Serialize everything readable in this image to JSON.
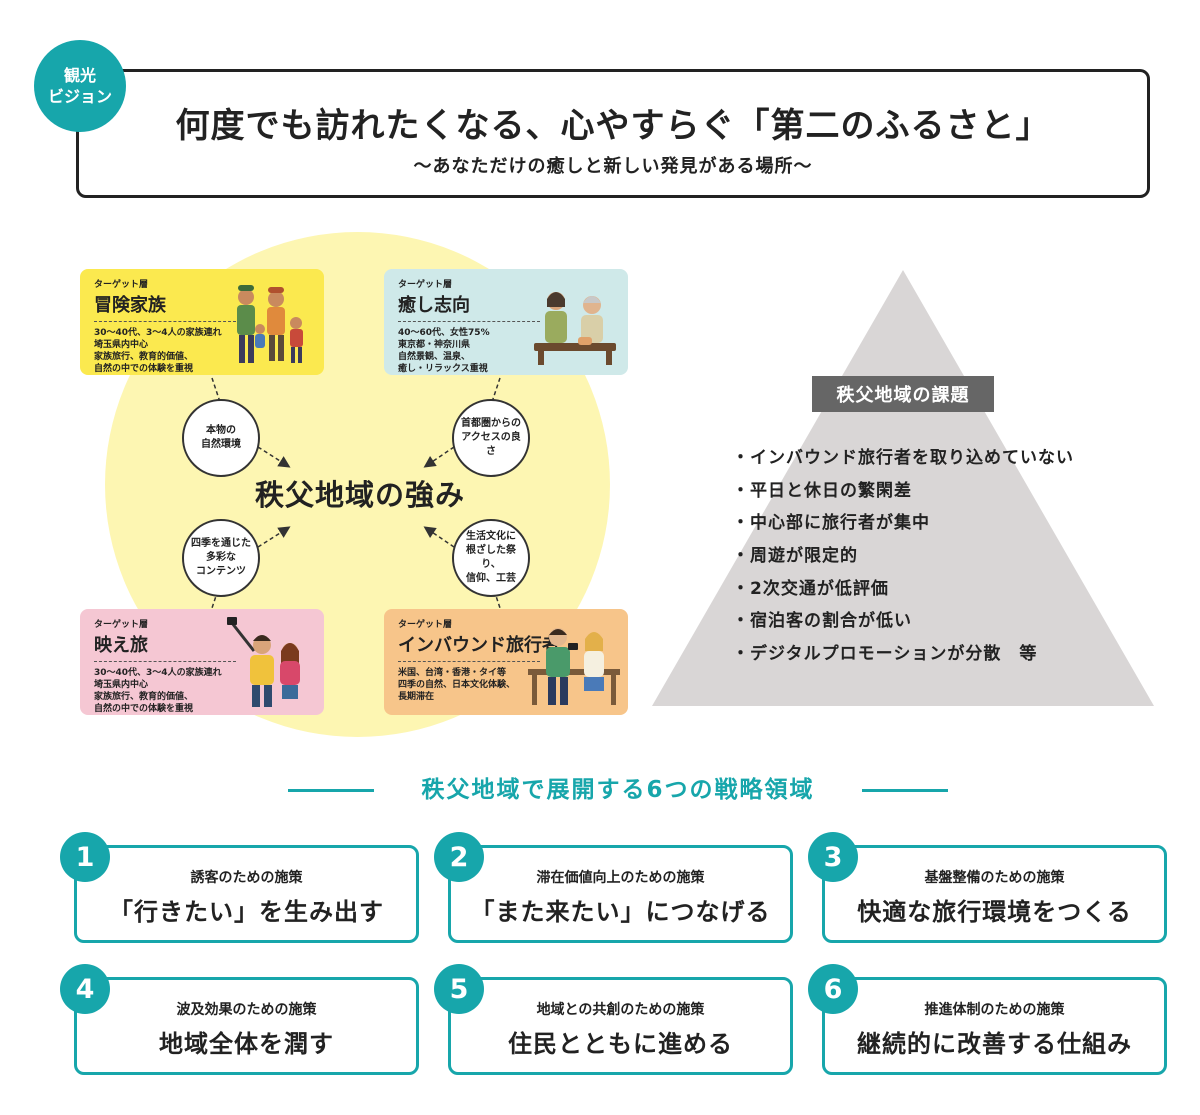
{
  "vision": {
    "badge_line1": "観光",
    "badge_line2": "ビジョン",
    "title": "何度でも訪れたくなる、心やすらぐ「第二のふるさと」",
    "subtitle": "〜あなただけの癒しと新しい発見がある場所〜"
  },
  "strengths": {
    "center_title": "秩父地域の強み",
    "items": [
      {
        "line1": "本物の",
        "line2": "自然環境"
      },
      {
        "line1": "首都圏からの",
        "line2": "アクセスの良さ"
      },
      {
        "line1": "四季を通じた",
        "line2": "多彩な",
        "line3": "コンテンツ"
      },
      {
        "line1": "生活文化に",
        "line2": "根ざした祭り、",
        "line3": "信仰、工芸"
      }
    ]
  },
  "targets": [
    {
      "tag": "ターゲット層",
      "title": "冒険家族",
      "desc": [
        "30〜40代、3〜4人の家族連れ",
        "埼玉県内中心",
        "家族旅行、教育的価値、",
        "自然の中での体験を重視"
      ],
      "color": "#fbe94f"
    },
    {
      "tag": "ターゲット層",
      "title": "癒し志向",
      "desc": [
        "40〜60代、女性75%",
        "東京都・神奈川県",
        "自然景観、温泉、",
        "癒し・リラックス重視"
      ],
      "color": "#cfe9e9"
    },
    {
      "tag": "ターゲット層",
      "title": "映え旅",
      "desc": [
        "30〜40代、3〜4人の家族連れ",
        "埼玉県内中心",
        "家族旅行、教育的価値、",
        "自然の中での体験を重視"
      ],
      "color": "#f5c7d3"
    },
    {
      "tag": "ターゲット層",
      "title": "インバウンド旅行者",
      "desc": [
        "米国、台湾・香港・タイ等",
        "四季の自然、日本文化体験、",
        "長期滞在"
      ],
      "color": "#f7c58a"
    }
  ],
  "issues": {
    "title": "秩父地域の課題",
    "items": [
      "・インバウンド旅行者を取り込めていない",
      "・平日と休日の繁閑差",
      "・中心部に旅行者が集中",
      "・周遊が限定的",
      "・2次交通が低評価",
      "・宿泊客の割合が低い",
      "・デジタルプロモーションが分散　等"
    ]
  },
  "strategy": {
    "heading": "秩父地域で展開する6つの戦略領域",
    "items": [
      {
        "num": "1",
        "sub": "誘客のための施策",
        "main": "「行きたい」を生み出す"
      },
      {
        "num": "2",
        "sub": "滞在価値向上のための施策",
        "main": "「また来たい」につなげる"
      },
      {
        "num": "3",
        "sub": "基盤整備のための施策",
        "main": "快適な旅行環境をつくる"
      },
      {
        "num": "4",
        "sub": "波及効果のための施策",
        "main": "地域全体を潤す"
      },
      {
        "num": "5",
        "sub": "地域との共創のための施策",
        "main": "住民とともに進める"
      },
      {
        "num": "6",
        "sub": "推進体制のための施策",
        "main": "継続的に改善する仕組み"
      }
    ]
  },
  "colors": {
    "accent": "#17a6ab",
    "circle": "#fdf6b2",
    "triangle": "#d9d6d6",
    "issue_title_bg": "#666666"
  }
}
